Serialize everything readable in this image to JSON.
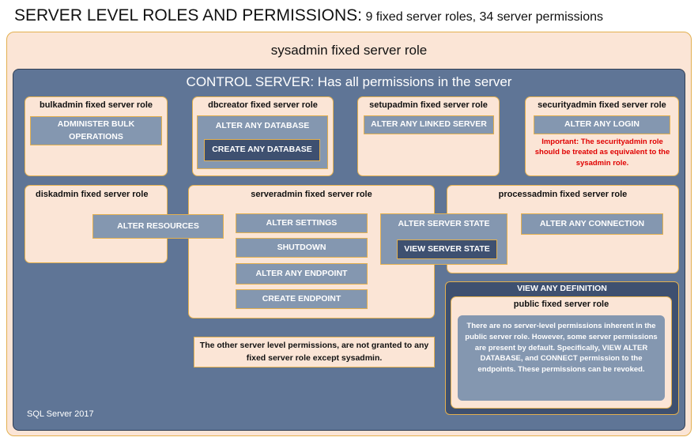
{
  "heading": {
    "main": "SERVER LEVEL ROLES AND PERMISSIONS:",
    "sub": "9 fixed server roles, 34 server permissions"
  },
  "sysadmin": {
    "title": "sysadmin fixed server role"
  },
  "control_server": {
    "title": "CONTROL SERVER: Has all permissions in the server"
  },
  "bulkadmin": {
    "title": "bulkadmin fixed server role",
    "perm": "ADMINISTER BULK OPERATIONS"
  },
  "dbcreator": {
    "title": "dbcreator fixed server role",
    "perm1": "ALTER ANY DATABASE",
    "perm2": "CREATE ANY DATABASE"
  },
  "setupadmin": {
    "title": "setupadmin fixed server role",
    "perm": "ALTER ANY LINKED SERVER"
  },
  "securityadmin": {
    "title": "securityadmin fixed server role",
    "perm": "ALTER ANY LOGIN",
    "note": "Important: The securityadmin role should be treated as equivalent to the sysadmin role."
  },
  "diskadmin": {
    "title": "diskadmin fixed server role",
    "perm": "ALTER RESOURCES"
  },
  "serveradmin": {
    "title": "serveradmin fixed server role",
    "perms": [
      "ALTER SETTINGS",
      "SHUTDOWN",
      "ALTER ANY ENDPOINT",
      "CREATE ENDPOINT"
    ],
    "state": "ALTER SERVER STATE",
    "view_state": "VIEW SERVER STATE"
  },
  "processadmin": {
    "title": "processadmin fixed server role",
    "perm": "ALTER ANY CONNECTION"
  },
  "view_any_definition": {
    "title": "VIEW ANY DEFINITION"
  },
  "public": {
    "title": "public fixed server role",
    "text": "There are no server-level permissions inherent in the public server role. However, some server permissions are present by default. Specifically, VIEW ALTER DATABASE, and CONNECT permission to the endpoints. These permissions can be revoked."
  },
  "other_note": "The other server level permissions, are not granted to any fixed server role except sysadmin.",
  "footer": "SQL Server 2017",
  "colors": {
    "role_fill": "#fbe5d6",
    "role_border": "#e3b04f",
    "control_fill": "#5f7596",
    "perm_fill": "#8497b0",
    "perm_dark": "#3e5070",
    "important_red": "#e00000"
  }
}
